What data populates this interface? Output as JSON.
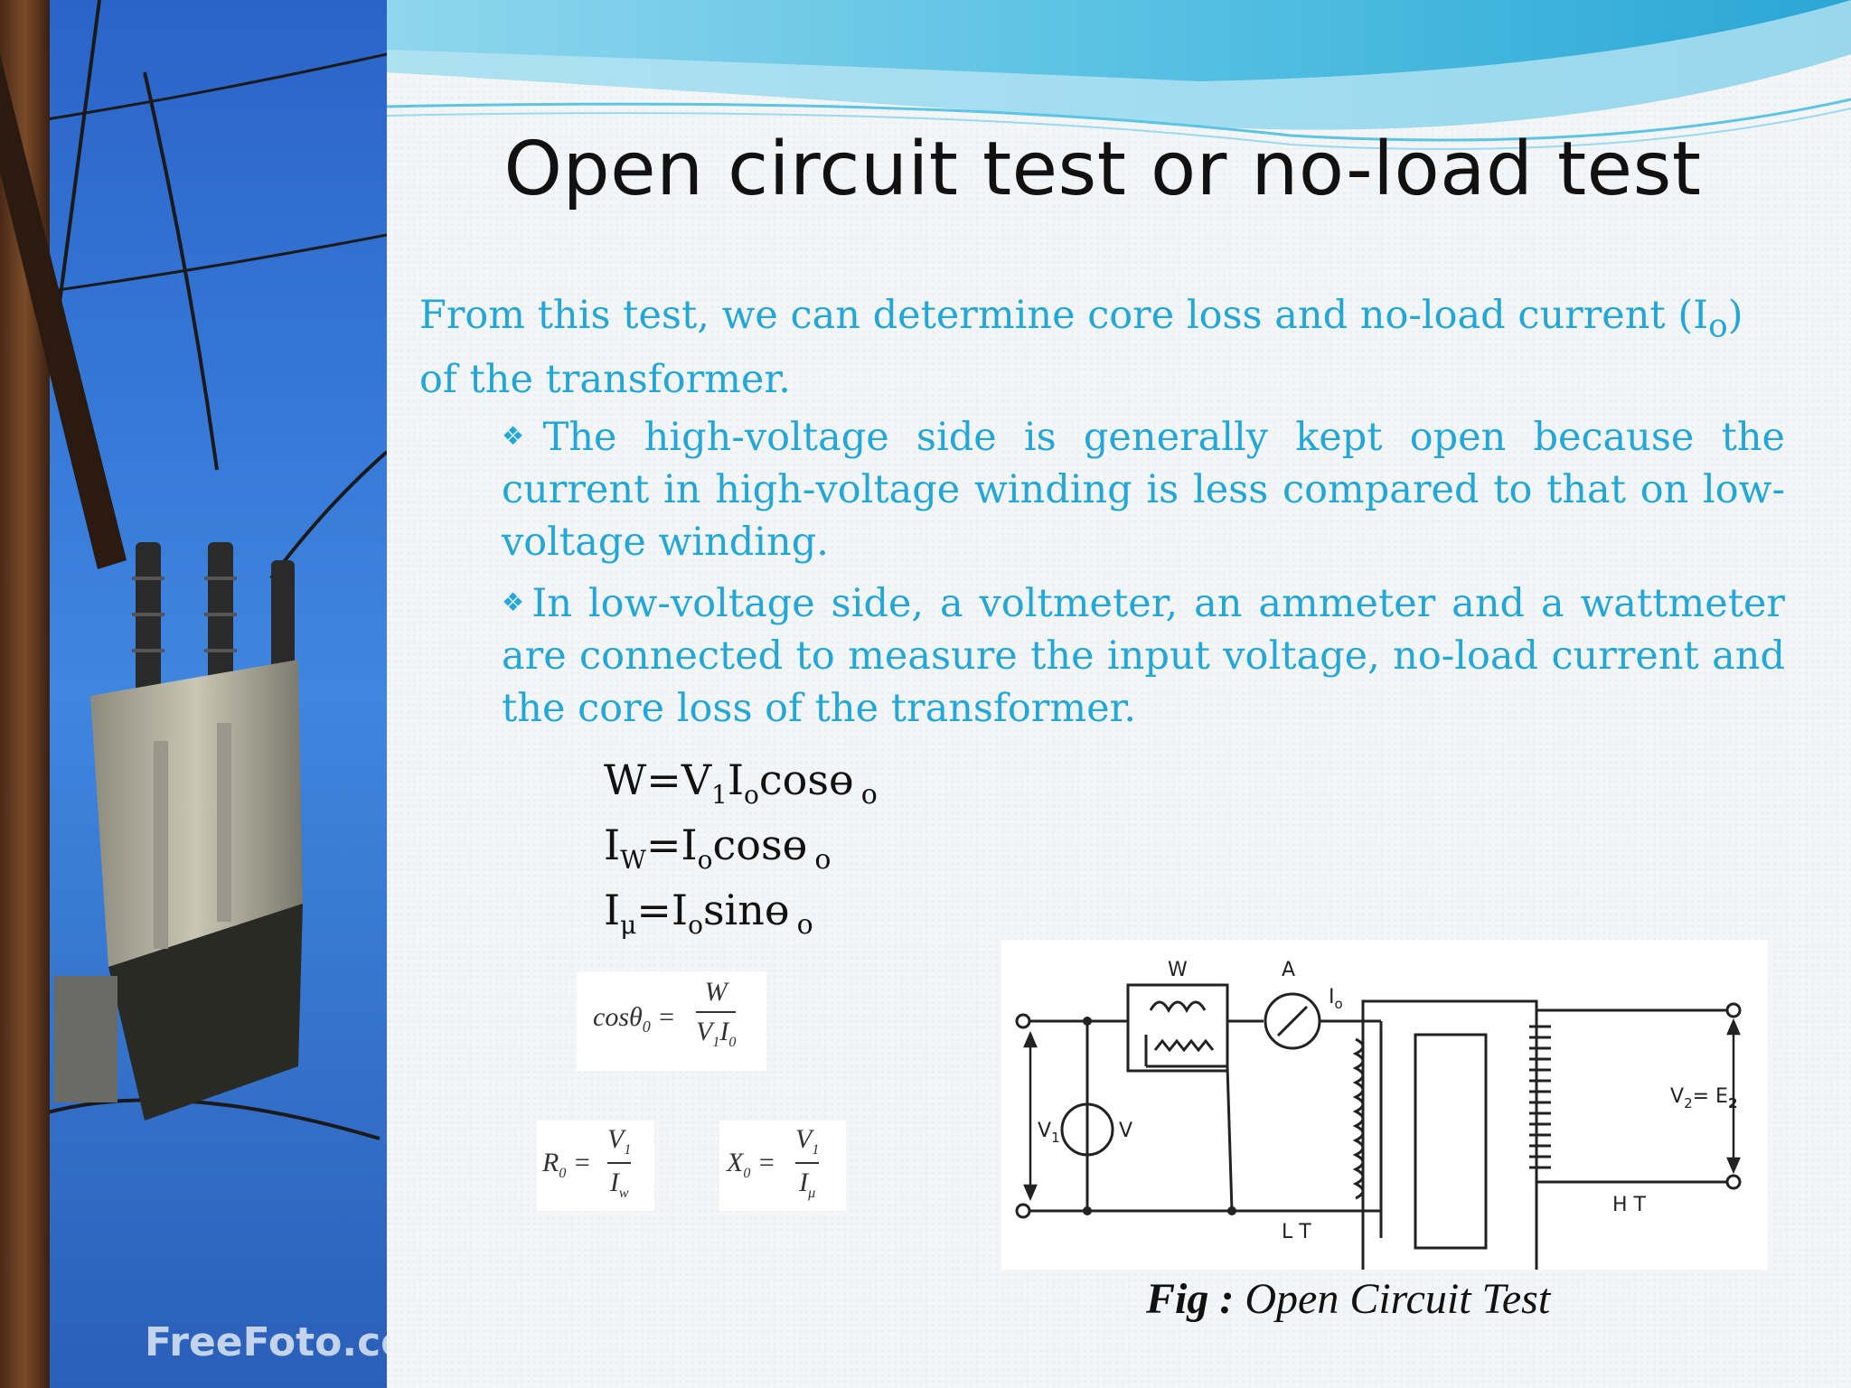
{
  "title": "Open circuit test or no-load test",
  "intro": {
    "before": "From this test, we can determine core loss and no-load current (I",
    "sub": "o",
    "after": ") of the transformer."
  },
  "bullets": [
    "The high-voltage side is generally kept open because the current in high-voltage winding is less compared to that on low-voltage winding.",
    "In low-voltage side, a voltmeter, an ammeter and a wattmeter are connected to measure the input voltage, no-load current and the core loss of the transformer."
  ],
  "bullet_marker": "❖",
  "equations": {
    "eq1": {
      "a": "W=V",
      "s1": "1",
      "b": "I",
      "s2": "o",
      "c": "cos",
      "theta": "ɵ",
      "tail": "o"
    },
    "eq2": {
      "a": "I",
      "s1": "W",
      "b": "=I",
      "s2": "o",
      "c": "cos",
      "theta": "ɵ",
      "tail": "o"
    },
    "eq3": {
      "a": "I",
      "s1": "μ",
      "b": "=I",
      "s2": "o",
      "c": "sin",
      "theta": "ɵ",
      "tail": "o"
    }
  },
  "formulas": {
    "cos_lhs": "cosθ",
    "cos_lhs_sub": "0",
    "cos_num": "W",
    "cos_den": "V",
    "cos_den_s1": "1",
    "cos_den_b": "I",
    "cos_den_s2": "0",
    "r_lhs": "R",
    "r_sub": "0",
    "r_num": "V",
    "r_num_sub": "1",
    "r_den": "I",
    "r_den_sub": "w",
    "x_lhs": "X",
    "x_sub": "0",
    "x_num": "V",
    "x_num_sub": "1",
    "x_den": "I",
    "x_den_sub": "μ",
    "equals": "="
  },
  "circuit": {
    "wattmeter_label": "W",
    "ammeter_label": "A",
    "current_label": "I",
    "current_sub": "o",
    "voltmeter_label": "V",
    "v1_label": "V",
    "v1_sub": "1",
    "v2_label": "V",
    "v2_sub": "2",
    "v2_rest": "= E",
    "e_sub": "2",
    "lt_label": "L T",
    "ht_label": "H T"
  },
  "caption": {
    "bold": "Fig :",
    "text": " Open Circuit Test"
  },
  "watermark": "FreeFoto.com",
  "colors": {
    "accent": "#22a7d6",
    "sky": "#2f6fd0"
  }
}
